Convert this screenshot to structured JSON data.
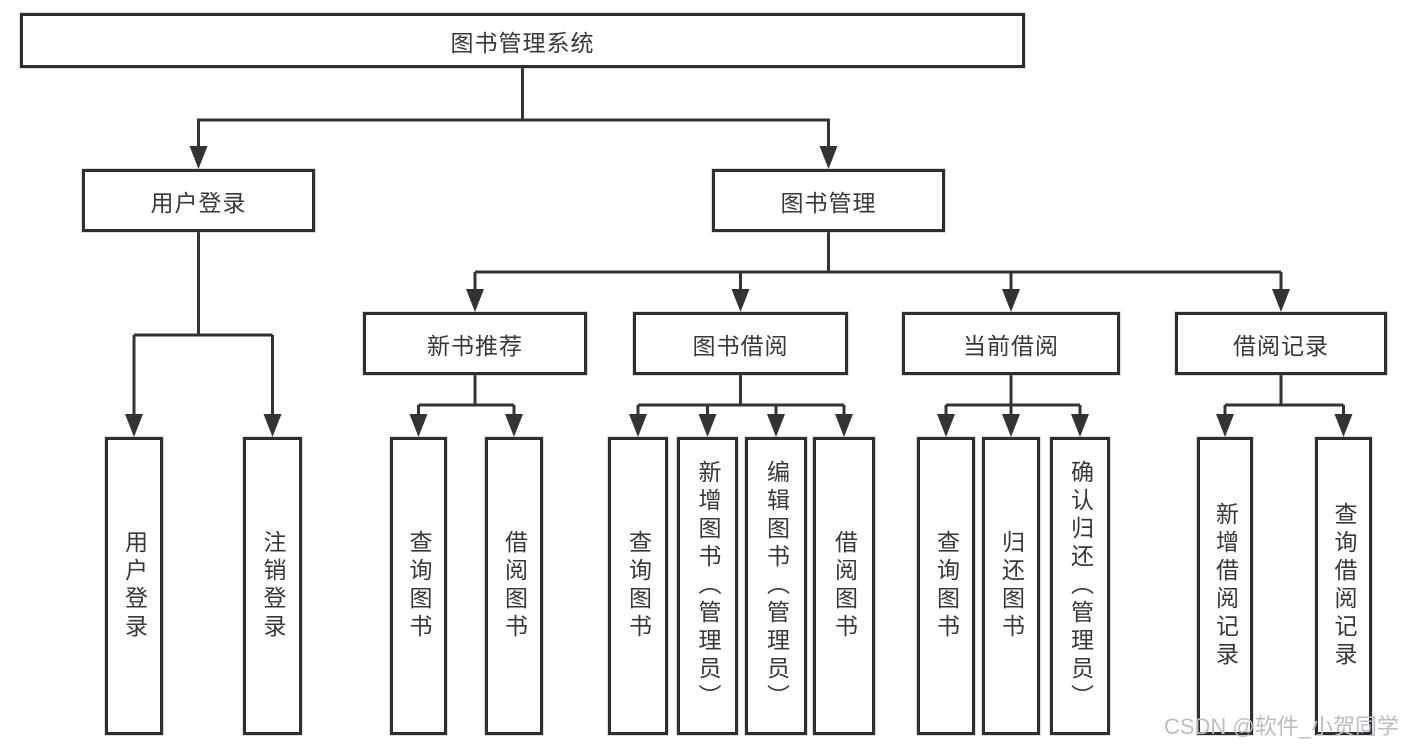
{
  "diagram": {
    "type": "tree-diagram",
    "root": {
      "label": "图书管理系统"
    },
    "branches": [
      {
        "label": "用户登录",
        "children": [
          {
            "label": "用户登录"
          },
          {
            "label": "注销登录"
          }
        ]
      },
      {
        "label": "图书管理",
        "children": [
          {
            "label": "新书推荐",
            "children": [
              {
                "label": "查询图书"
              },
              {
                "label": "借阅图书"
              }
            ]
          },
          {
            "label": "图书借阅",
            "children": [
              {
                "label": "查询图书"
              },
              {
                "label": "新增图书（管理员）"
              },
              {
                "label": "编辑图书（管理员）"
              },
              {
                "label": "借阅图书"
              }
            ]
          },
          {
            "label": "当前借阅",
            "children": [
              {
                "label": "查询图书"
              },
              {
                "label": "归还图书"
              },
              {
                "label": "确认归还（管理员）"
              }
            ]
          },
          {
            "label": "借阅记录",
            "children": [
              {
                "label": "新增借阅记录"
              },
              {
                "label": "查询借阅记录"
              }
            ]
          }
        ]
      }
    ],
    "watermark": "CSDN @软件_小贺同学",
    "colors": {
      "line": "#333333",
      "border": "#2e2e2e",
      "text": "#383838",
      "background": "#ffffff",
      "watermark": "#b9bec6"
    }
  }
}
